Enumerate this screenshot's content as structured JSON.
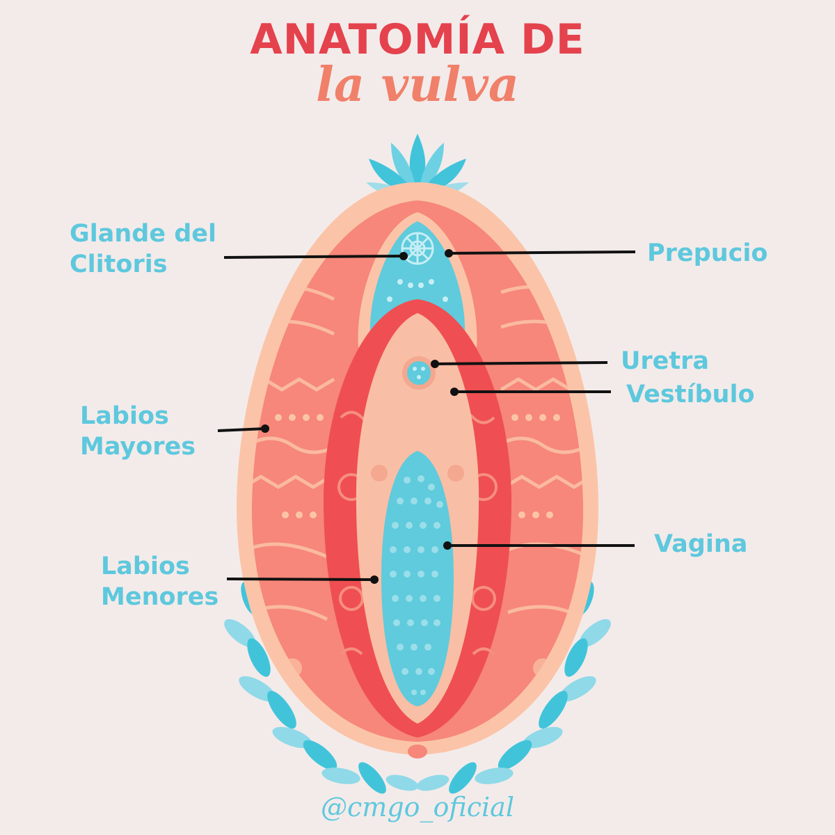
{
  "title": {
    "line1": "ANATOMÍA DE",
    "line2": "la vulva"
  },
  "labels": {
    "glande": {
      "line1": "Glande del",
      "line2": "Clitoris"
    },
    "prepucio": "Prepucio",
    "uretra": "Uretra",
    "vestibulo": "Vestíbulo",
    "labios_mayores": {
      "line1": "Labios",
      "line2": "Mayores"
    },
    "vagina": "Vagina",
    "labios_menores": {
      "line1": "Labios",
      "line2": "Menores"
    }
  },
  "footer": {
    "handle": "@cmgo_oficial"
  },
  "colors": {
    "background": "#f3ebea",
    "title_red": "#e4424d",
    "subtitle_coral": "#f0806a",
    "label_cyan": "#5ec8dd",
    "outer_peach": "#fbc4a8",
    "labia_majora": "#f6877a",
    "labia_minora": "#ef4f52",
    "vestibule": "#f9bea6",
    "vagina": "#5fcbdc",
    "leaf": "#41c4da"
  },
  "icons": [
    "lotus-flower-icon",
    "leaf-wreath-icon"
  ]
}
